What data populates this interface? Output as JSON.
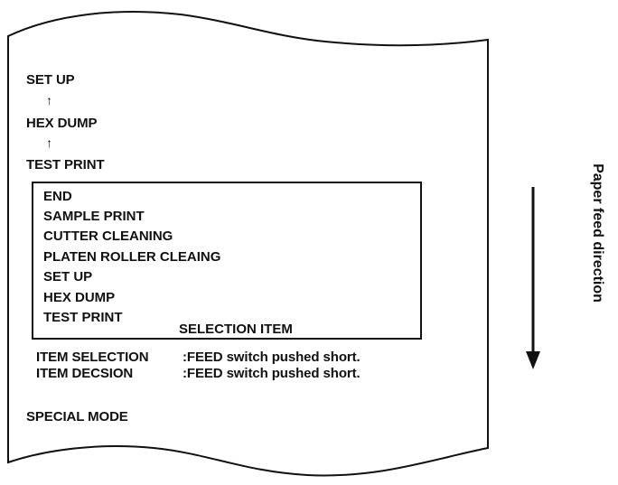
{
  "paper": {
    "history": {
      "setup_top": "SET UP",
      "arrow_1": "↑",
      "hex_dump": "HEX DUMP",
      "arrow_2": "↑",
      "test_print": "TEST PRINT"
    },
    "menu": {
      "items": [
        "END",
        "SAMPLE PRINT",
        "CUTTER CLEANING",
        "PLATEN ROLLER CLEAING",
        "SET UP",
        "HEX DUMP",
        "TEST PRINT"
      ],
      "caption": "SELECTION ITEM"
    },
    "instructions": {
      "selection_label": "ITEM SELECTION",
      "selection_action": ":FEED switch pushed short.",
      "decision_label": "ITEM DECSION",
      "decision_action": ":FEED switch pushed short."
    },
    "mode_label": "SPECIAL MODE"
  },
  "feed": {
    "label": "Paper feed direction"
  }
}
